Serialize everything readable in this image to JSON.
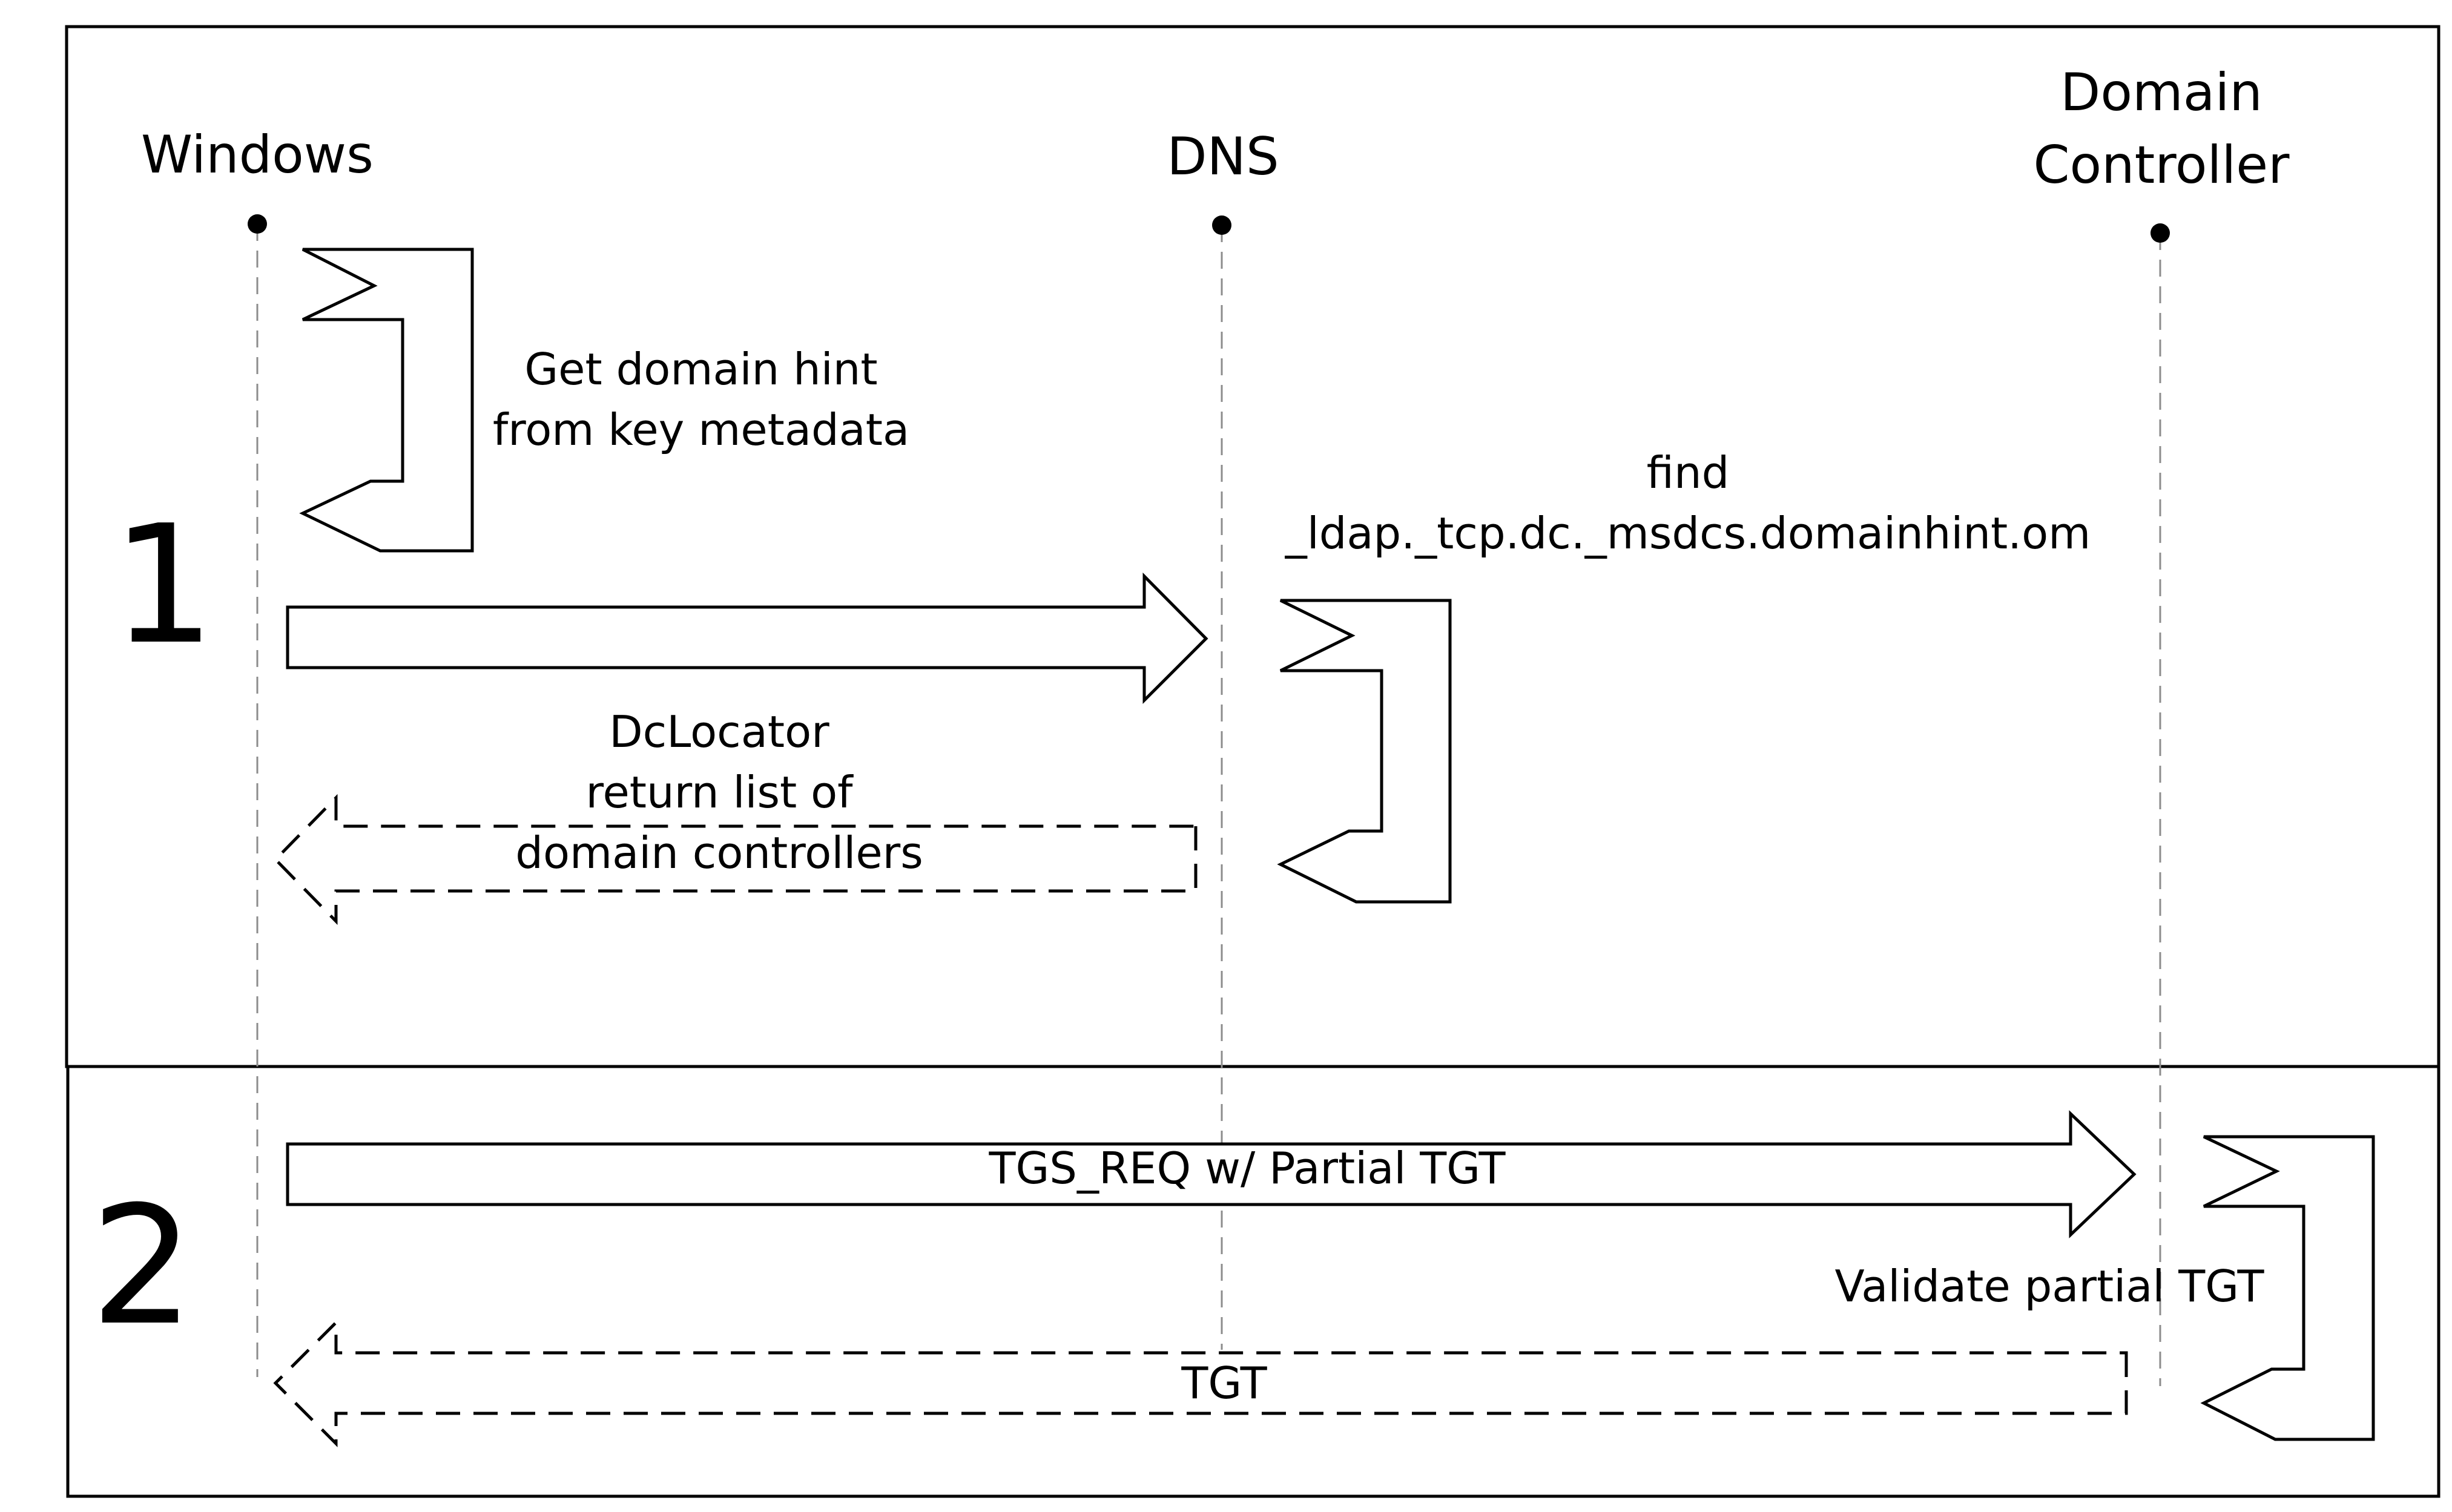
{
  "actors": {
    "windows": "Windows",
    "dns": "DNS",
    "dc_line1": "Domain",
    "dc_line2": "Controller"
  },
  "steps": {
    "one": "1",
    "two": "2"
  },
  "messages": {
    "domain_hint_line1": "Get domain hint",
    "domain_hint_line2": "from key metadata",
    "find_line1": "find",
    "find_line2": "_ldap._tcp.dc._msdcs.domainhint.om",
    "dclocator_line1": "DcLocator",
    "dclocator_line2": "return list of",
    "dclocator_line3": "domain controllers",
    "tgs_req": "TGS_REQ w/ Partial TGT",
    "validate": "Validate partial TGT",
    "tgt": "TGT"
  }
}
